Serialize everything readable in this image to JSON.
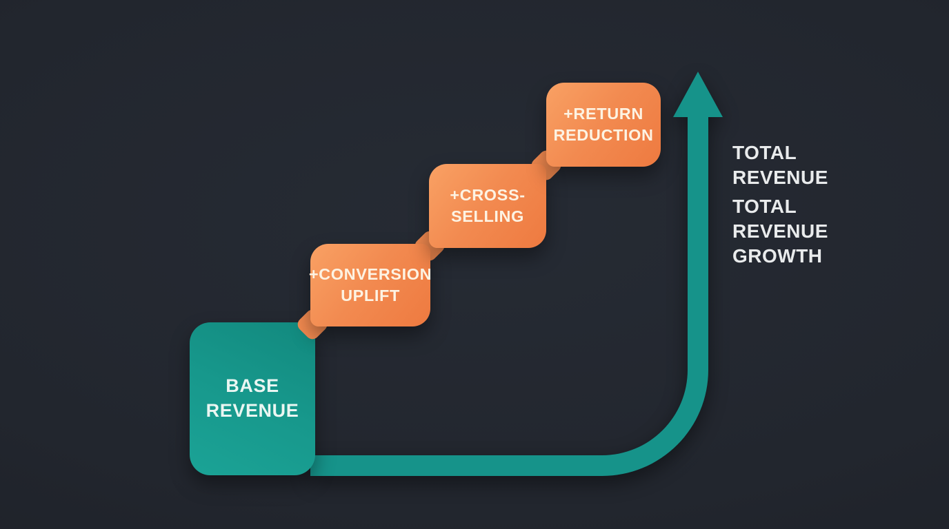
{
  "title": "Revenue growth staircase diagram",
  "colors": {
    "teal": "#17988c",
    "teal-dark": "#12897e",
    "teal-bright": "#1ba396",
    "swoosh-teal": "#16938a",
    "orange-light": "#f9a164",
    "orange-mid": "#f28a50",
    "orange-deep": "#ee7a40",
    "background": "#22262e",
    "text-on-teal": "#eaf6f2",
    "text-on-orange": "#fdf3e3",
    "text-light": "#e9ebec"
  },
  "steps": [
    {
      "label": "BASE\nREVENUE"
    },
    {
      "label": "+CONVERSION\nUPLIFT"
    },
    {
      "label": "+CROSS-\nSELLING"
    },
    {
      "label": "+RETURN\nREDUCTION"
    }
  ],
  "annotations": {
    "total_revenue": "TOTAL\nREVENUE",
    "total_revenue_growth": "TOTAL\nREVENUE\nGROWTH"
  },
  "arrow": {
    "direction": "up"
  }
}
